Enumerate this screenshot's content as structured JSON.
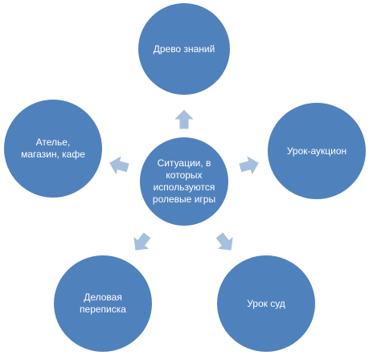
{
  "colors": {
    "node_fill": "#4f81bd",
    "arrow_fill": "#a7bfde",
    "text": "#ffffff"
  },
  "diagram": {
    "center": {
      "label": "Ситуации, в которых используются ролевые игры"
    },
    "nodes": [
      {
        "label": "Древо знаний"
      },
      {
        "label": "Урок-аукцион"
      },
      {
        "label": "Урок суд"
      },
      {
        "label": "Деловая переписка"
      },
      {
        "label": "Ателье, магазин, кафе"
      }
    ]
  }
}
